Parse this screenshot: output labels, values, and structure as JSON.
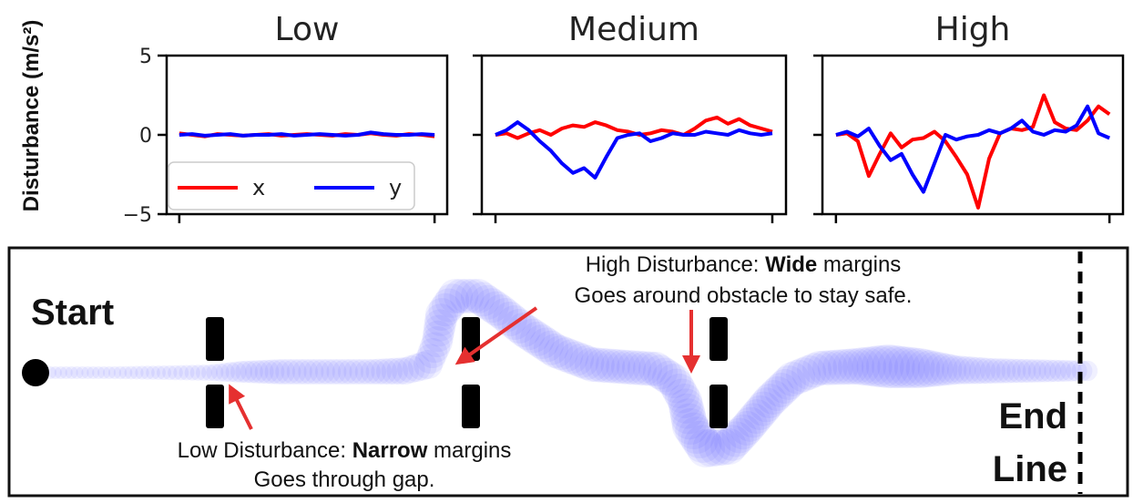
{
  "chart_data": [
    {
      "type": "line",
      "title": "Low",
      "ylabel": "Disturbance (m/s²)",
      "ylim": [
        -5,
        5
      ],
      "yticks": [
        "5",
        "0",
        "−5"
      ],
      "x": [
        0,
        0.05,
        0.1,
        0.15,
        0.2,
        0.25,
        0.3,
        0.35,
        0.4,
        0.45,
        0.5,
        0.55,
        0.6,
        0.65,
        0.7,
        0.75,
        0.8,
        0.85,
        0.9,
        0.95,
        1.0
      ],
      "series": [
        {
          "name": "x",
          "color": "#ff0000",
          "values": [
            0.1,
            0.0,
            -0.1,
            0.05,
            0.0,
            -0.05,
            0.0,
            0.05,
            -0.05,
            0.0,
            0.05,
            0.0,
            -0.05,
            0.05,
            0.0,
            0.1,
            0.0,
            -0.05,
            0.05,
            0.0,
            -0.1
          ]
        },
        {
          "name": "y",
          "color": "#0000ff",
          "values": [
            0.0,
            0.05,
            -0.05,
            0.0,
            0.05,
            -0.05,
            0.0,
            0.0,
            0.05,
            -0.05,
            0.0,
            0.05,
            0.0,
            -0.05,
            0.0,
            0.15,
            0.05,
            0.0,
            0.0,
            0.05,
            0.0
          ]
        }
      ],
      "legend": {
        "placement": "lower-left",
        "entries": [
          "x",
          "y"
        ]
      }
    },
    {
      "type": "line",
      "title": "Medium",
      "ylim": [
        -5,
        5
      ],
      "yticks": [
        "",
        "",
        ""
      ],
      "x": [
        0,
        0.04,
        0.08,
        0.12,
        0.16,
        0.2,
        0.24,
        0.28,
        0.32,
        0.36,
        0.4,
        0.44,
        0.48,
        0.52,
        0.56,
        0.6,
        0.64,
        0.68,
        0.72,
        0.76,
        0.8,
        0.84,
        0.88,
        0.92,
        0.96,
        1.0
      ],
      "series": [
        {
          "name": "x",
          "color": "#ff0000",
          "values": [
            0.0,
            0.1,
            -0.2,
            0.1,
            0.3,
            0.0,
            0.4,
            0.6,
            0.5,
            0.8,
            0.6,
            0.3,
            0.2,
            0.0,
            0.1,
            0.3,
            0.2,
            0.0,
            0.4,
            0.9,
            1.1,
            0.7,
            1.0,
            0.6,
            0.4,
            0.2
          ]
        },
        {
          "name": "y",
          "color": "#0000ff",
          "values": [
            0.0,
            0.3,
            0.8,
            0.3,
            -0.4,
            -1.0,
            -1.8,
            -2.4,
            -2.1,
            -2.7,
            -1.4,
            -0.2,
            0.0,
            0.1,
            -0.4,
            -0.2,
            0.1,
            0.0,
            0.0,
            0.2,
            0.1,
            0.0,
            0.3,
            0.1,
            0.0,
            0.1
          ]
        }
      ]
    },
    {
      "type": "line",
      "title": "High",
      "ylim": [
        -5,
        5
      ],
      "yticks": [
        "",
        "",
        ""
      ],
      "x": [
        0,
        0.04,
        0.08,
        0.12,
        0.16,
        0.2,
        0.24,
        0.28,
        0.32,
        0.36,
        0.4,
        0.44,
        0.48,
        0.52,
        0.56,
        0.6,
        0.64,
        0.68,
        0.72,
        0.76,
        0.8,
        0.84,
        0.88,
        0.92,
        0.96,
        1.0
      ],
      "series": [
        {
          "name": "x",
          "color": "#ff0000",
          "values": [
            0.0,
            0.1,
            -0.4,
            -2.6,
            -1.2,
            0.1,
            -0.8,
            -0.3,
            -0.2,
            0.2,
            -0.4,
            -1.4,
            -2.5,
            -4.6,
            -1.5,
            0.1,
            0.4,
            0.3,
            0.5,
            2.5,
            0.8,
            0.4,
            0.3,
            0.9,
            1.8,
            1.3
          ]
        },
        {
          "name": "y",
          "color": "#0000ff",
          "values": [
            0.0,
            0.2,
            -0.1,
            0.4,
            -0.7,
            -1.6,
            -1.2,
            -2.5,
            -3.6,
            -1.8,
            0.0,
            -0.3,
            -0.1,
            0.0,
            0.3,
            0.1,
            0.4,
            0.9,
            0.2,
            0.0,
            0.3,
            0.2,
            0.6,
            1.8,
            0.1,
            -0.2
          ]
        }
      ]
    }
  ],
  "scene": {
    "start_label": "Start",
    "end_label_1": "End",
    "end_label_2": "Line",
    "annotation_low_prefix": "Low Disturbance: ",
    "annotation_low_bold": "Narrow",
    "annotation_low_suffix": " margins",
    "annotation_low_line2": "Goes through gap.",
    "annotation_high_prefix": "High Disturbance: ",
    "annotation_high_bold": "Wide",
    "annotation_high_suffix": " margins",
    "annotation_high_line2": "Goes around obstacle to stay safe.",
    "trajectory_color": "#3d3dff",
    "arrow_color": "#e53030"
  }
}
